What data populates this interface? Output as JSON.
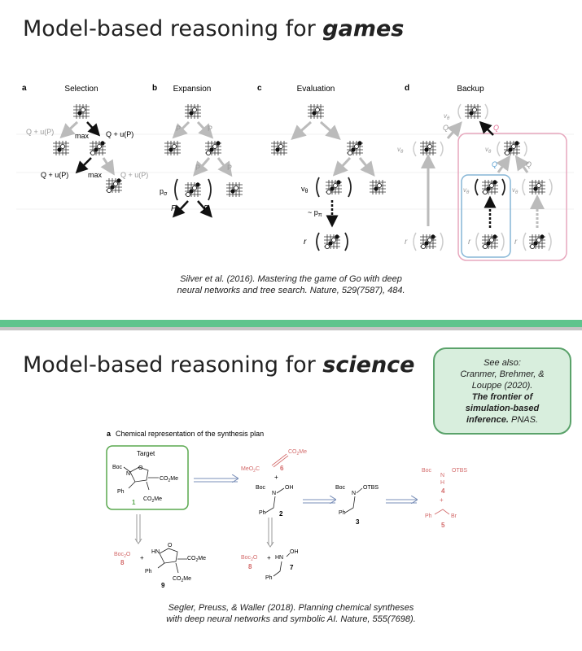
{
  "slide1": {
    "title_prefix": "Model-based reasoning for ",
    "title_emph": "games",
    "panels": [
      {
        "letter": "a",
        "title": "Selection"
      },
      {
        "letter": "b",
        "title": "Expansion"
      },
      {
        "letter": "c",
        "title": "Evaluation"
      },
      {
        "letter": "d",
        "title": "Backup"
      }
    ],
    "labels": {
      "q_u": "Q + u(P)",
      "max": "max",
      "p": "P",
      "p_sigma": "p",
      "p_sigma_sub": "σ",
      "v_theta": "v",
      "v_theta_sub": "θ",
      "p_pi": "~ p",
      "p_pi_sub": "π",
      "r": "r",
      "q": "Q"
    },
    "citation_line1": "Silver et al. (2016). Mastering the game of Go with deep",
    "citation_line2": "neural networks and tree search. Nature, 529(7587), 484."
  },
  "slide2": {
    "title_prefix": "Model-based reasoning for ",
    "title_emph": "science",
    "see_also": {
      "line1": "See also:",
      "line2": "Cranmer, Brehmer, &",
      "line3": "Louppe (2020).",
      "line4": "The frontier of",
      "line5": "simulation-based",
      "line6": "inference.",
      "line6_suffix": " PNAS."
    },
    "figure": {
      "panel_letter": "a",
      "panel_title": "Chemical representation of the synthesis plan",
      "target_label": "Target",
      "boc": "Boc",
      "co2me": "CO",
      "co2me_sub": "2",
      "co2me_tail": "Me",
      "ph": "Ph",
      "n": "N",
      "o": "O",
      "hn": "HN",
      "oh": "OH",
      "h": "H",
      "otbs": "OTBS",
      "br": "Br",
      "boc2o": "Boc",
      "boc2o_sub": "2",
      "boc2o_tail": "O",
      "meo2c": "MeO",
      "meo2c_sub": "2",
      "meo2c_tail": "C",
      "plus": "+",
      "numbers": {
        "n1": "1",
        "n2": "2",
        "n3": "3",
        "n4": "4",
        "n5": "5",
        "n6": "6",
        "n7": "7",
        "n8a": "8",
        "n8b": "8",
        "n9": "9"
      }
    },
    "citation_line1": "Segler, Preuss, & Waller (2018). Planning chemical syntheses",
    "citation_line2": "with deep neural networks and symbolic AI. Nature, 555(7698)."
  }
}
